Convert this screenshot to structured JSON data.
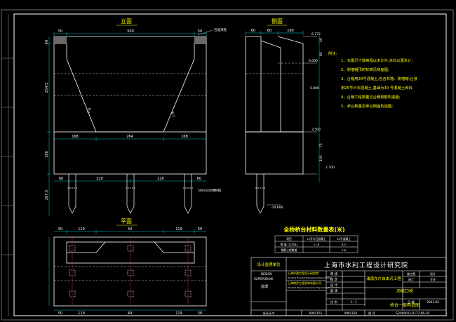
{
  "views": {
    "front_title": "立面",
    "side_title": "侧面",
    "plan_title": "平面"
  },
  "front": {
    "top_dims": [
      "50",
      "500",
      "50"
    ],
    "tag_upper": "石墙顶盖",
    "mid_dims": [
      "168",
      "264",
      "168"
    ],
    "pile_dims": [
      "60",
      "220",
      "220",
      "60"
    ],
    "left_heights": [
      "40",
      "254.5",
      "100",
      "267.5"
    ],
    "slope_labels": [
      "1:6",
      "6:1"
    ],
    "pile_note": "500x500预制桩"
  },
  "side": {
    "top_dims": [
      "60",
      "60",
      "190"
    ],
    "elevations": [
      "6.772",
      "6.000",
      "5.000",
      "3.500",
      "2.700",
      "-14.600"
    ],
    "right_dims": [
      "40",
      "60",
      "75",
      "100"
    ]
  },
  "notes": {
    "heading": "附注:",
    "items": [
      "1、本图尺寸除高程以米计外,余均以厘米计;",
      "2、侧墙帽顶的标高见侧面图;",
      "3、台帽用30号混凝土,包含背墙、侧墙帽;台身",
      "用25号片石混凝土,基础为30 号混凝土砖石;",
      "4、台帽工程数量见台帽钢筋构造图;",
      "5、承台数量见承台侧面构造图;"
    ]
  },
  "quantity_table": {
    "title": "全桥桥台材料数量表(米)",
    "headers": [
      "项目",
      "25号片石混凝土",
      "30号混凝土"
    ],
    "rows": [
      [
        "数 量 (立方米)",
        "11.8",
        "8.5"
      ],
      [
        "钢筋工程数量",
        "",
        "5.8"
      ]
    ]
  },
  "plan": {
    "top_dims": [
      "50",
      "119",
      "40",
      "119",
      "50"
    ],
    "bottom_dims": [
      "50",
      "119",
      "40",
      "119",
      "50"
    ]
  },
  "title_block": {
    "institute": "上海市水利工程设计研究院",
    "project": "浦南东片自由河工程",
    "drawing_name_1": "河岐口桥",
    "drawing_name_2": "桥台一般构造图",
    "supervision_label": "设计监理单位",
    "design_label": "DESIGN",
    "supervision_en": "SUPERVISION",
    "company1_cn": "上海市政工程设计研究院",
    "company1_en": "Shanghai Municipal Engineering Design Institute",
    "company2_cn": "上海南洋工程咨询有限公司",
    "company2_en": "Shanghai Nanyang Supervision Engineering Services Ltd.",
    "cert_label": "监理",
    "sign_rows": [
      "审  核",
      "核  定",
      "设  计",
      "复  核"
    ],
    "phase_labels": [
      "施工图",
      "设计",
      "施工",
      "专业"
    ],
    "scale_label": "比 例",
    "scale_value": "1 : 1",
    "date_label": "日 期",
    "date_value": "2001.04",
    "file_label": "设计证书",
    "file_values": [
      "0901161",
      "0901182"
    ],
    "drawing_no_label": "图 号",
    "drawing_no": "G2000012-0177-06-19"
  },
  "colors": {
    "background": "#000000",
    "border": "#ffffff",
    "dim": "#00ffff",
    "outline": "#ffffff",
    "annotation": "#ffff00",
    "hatch": "#808080",
    "red": "#ff3030",
    "green": "#00ff00"
  }
}
